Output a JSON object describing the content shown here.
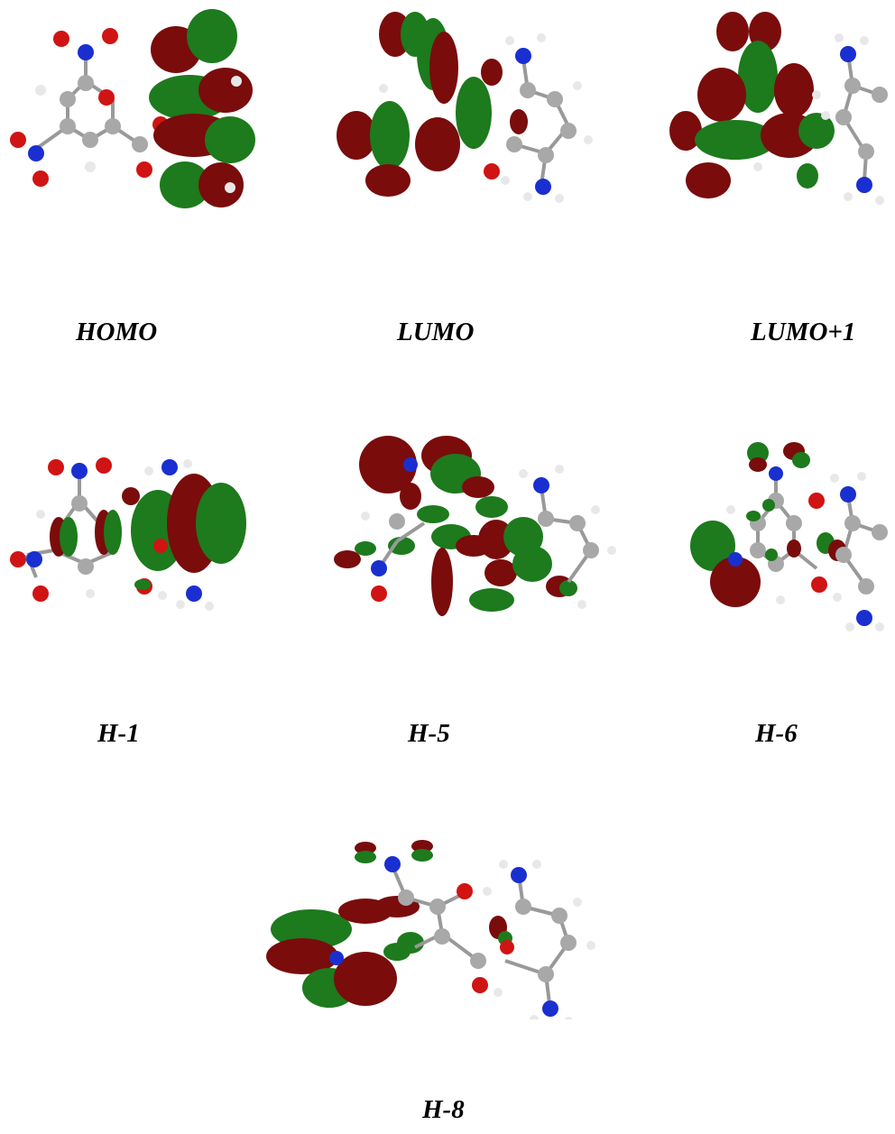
{
  "figure": {
    "orbitals": [
      {
        "id": "homo",
        "label": "HOMO"
      },
      {
        "id": "lumo",
        "label": "LUMO"
      },
      {
        "id": "lumo1",
        "label": "LUMO+1"
      },
      {
        "id": "h1",
        "label": "H-1"
      },
      {
        "id": "h5",
        "label": "H-5"
      },
      {
        "id": "h6",
        "label": "H-6"
      },
      {
        "id": "h8",
        "label": "H-8"
      }
    ],
    "colors": {
      "lobe_positive": "#7a0c0c",
      "lobe_negative": "#1d7a1d",
      "carbon": "#a8a8a8",
      "hydrogen": "#e8e8e8",
      "oxygen": "#d01414",
      "nitrogen": "#1a2fd0"
    }
  }
}
